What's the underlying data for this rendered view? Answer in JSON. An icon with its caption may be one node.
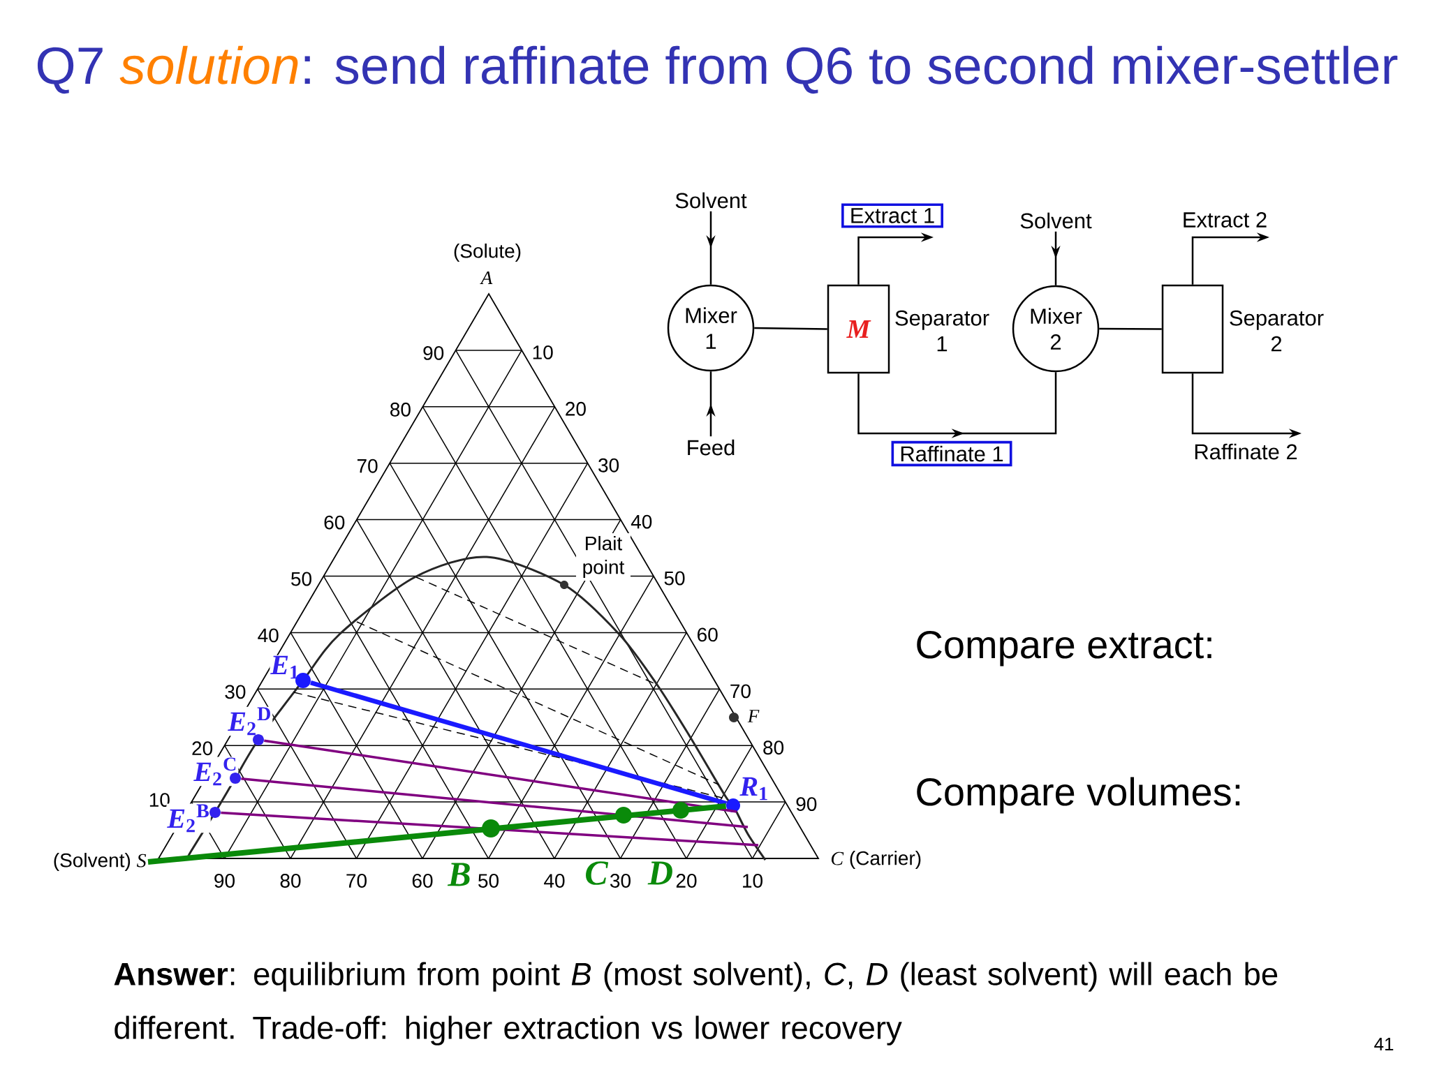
{
  "diagram": {
    "title": "Q7 *solution*: send raffinate from Q6 to second mixer-settler",
    "nodes": [
      {
        "text": [
          "Solvent"
        ]
      },
      {
        "text": [
          "Mixer 1"
        ]
      },
      {
        "text": [
          "Feed"
        ]
      },
      {
        "text": [
          "M",
          "Separator 1"
        ]
      },
      {
        "text": [
          "Solvent"
        ]
      },
      {
        "text": [
          "Mixer 2"
        ]
      },
      {
        "text": [
          "Separator 2"
        ]
      },
      {
        "text": [],
        "shape": "circle",
        "beside": [
          "*E*$_{1}$"
        ]
      },
      {
        "text": [],
        "shape": "circle",
        "beside": [
          "*E*$_{2}$$^{D}$"
        ]
      },
      {
        "text": [],
        "shape": "circle",
        "beside": [
          "*E*$_{2}$$^{C}$"
        ]
      },
      {
        "text": [],
        "shape": "circle",
        "beside": [
          "*R*$_{1}$"
        ]
      },
      {
        "text": [],
        "shape": "circle",
        "beside": [
          "*E*$_{2}$$^{B}$"
        ]
      },
      {
        "text": [
          "(Solvent) *S*"
        ]
      }
    ],
    "edges": [
      {
        "from": 0,
        "to": 1,
        "arrow": "to"
      },
      {
        "from": 2,
        "to": 1,
        "arrow": "to"
      },
      {
        "from": 1,
        "to": 3,
        "arrow": "none"
      },
      {
        "from": 3,
        "to": null,
        "arrow": "to",
        "label": "Extract 1"
      },
      {
        "from": 3,
        "to": 5,
        "arrow": "to",
        "label": "Raffinate 1"
      },
      {
        "from": 4,
        "to": 5,
        "arrow": "to"
      },
      {
        "from": 5,
        "to": 6,
        "arrow": "none"
      },
      {
        "from": 6,
        "to": null,
        "arrow": "to",
        "label": "Extract 2"
      },
      {
        "from": 6,
        "to": null,
        "arrow": "to",
        "label": "Raffinate 2"
      },
      {
        "from": 7,
        "to": 10,
        "arrow": "none",
        "style": "thick",
        "color": "#1a1aff"
      },
      {
        "from": 8,
        "to": 10,
        "arrow": "none",
        "color": "#800080"
      },
      {
        "from": 9,
        "to": null,
        "arrow": "none",
        "color": "#800080"
      },
      {
        "from": 11,
        "to": null,
        "arrow": "none",
        "color": "#800080"
      },
      {
        "from": 12,
        "to": 10,
        "arrow": "none",
        "style": "thick",
        "color": "#0a8a0a"
      }
    ],
    "labels": [
      "(Solute)",
      "A",
      "90",
      "80",
      "70",
      "60",
      "50",
      "40",
      "30",
      "20",
      "10",
      "10",
      "20",
      "30",
      "40",
      "50",
      "60",
      "70",
      "80",
      "90",
      "Plait point",
      "F",
      "*C* (Carrier)",
      "90",
      "80",
      "70",
      "60",
      "B",
      "50",
      "40",
      "C",
      "30",
      "D",
      "20",
      "10",
      "Compare extract:",
      "Compare volumes:",
      "**Answer**: equilibrium from point *B* (most solvent), *C*, *D* (least solvent) will each be different. Trade-off: higher extraction vs lower recovery",
      "41"
    ]
  }
}
